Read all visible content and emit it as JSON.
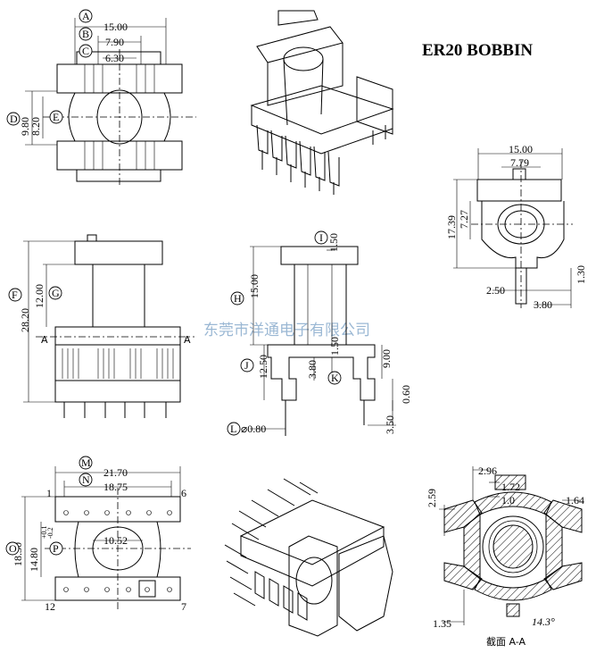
{
  "title": "ER20 BOBBIN",
  "watermark": "东莞市洋通电子有限公司",
  "section_label": "截面 A-A",
  "section_marker": "A",
  "callouts": [
    "A",
    "B",
    "C",
    "D",
    "E",
    "F",
    "G",
    "H",
    "I",
    "J",
    "K",
    "L",
    "M",
    "N",
    "O",
    "P"
  ],
  "dims": {
    "d15_00_top": "15.00",
    "d7_90": "7.90",
    "d6_30": "6.30",
    "d9_80": "9.80",
    "d8_20": "8.20",
    "d28_20": "28.20",
    "d12_00": "12.00",
    "d15_00_side": "15.00",
    "d1_50_top": "1.50",
    "d12_50": "12.50",
    "d3_80_mid": "3.80",
    "d1_50_mid": "1.50",
    "d9_00": "9.00",
    "d0_60": "0.60",
    "d3_50": "3.50",
    "d0_80": "⌀0.80",
    "d15_00_right": "15.00",
    "d7_79": "7.79",
    "d7_27": "7.27",
    "d17_39": "17.39",
    "d2_50": "2.50",
    "d3_80_right": "3.80",
    "d1_30": "1.30",
    "d21_70": "21.70",
    "d18_75": "18.75",
    "d18_30": "18.30",
    "d14_80": "14.80",
    "d14_80_tol_hi": "+0.1",
    "d14_80_tol_lo": "-0.2",
    "d10_52": "10.52",
    "pin1": "1",
    "pin6": "6",
    "pin12": "12",
    "pin7": "7",
    "d2_96": "2.96",
    "d2_59": "2.59",
    "d1_72": "1.72",
    "d1_0": "1.0",
    "d1_64": "1.64",
    "d1_35": "1.35",
    "d14_3": "14.3°"
  }
}
